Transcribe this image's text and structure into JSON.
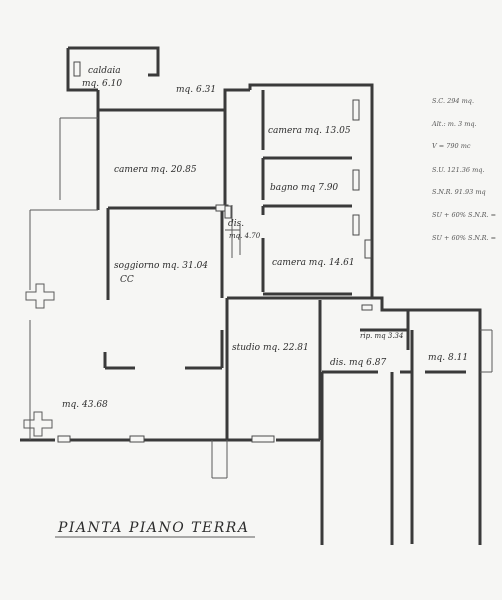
{
  "rooms": {
    "caldaia": "caldaia",
    "caldaia_area": "mq. 6.10",
    "corridor_area": "mq. 6.31",
    "camera1": "camera mq. 13.05",
    "camera2": "camera mq. 20.85",
    "bagno": "bagno mq 7.90",
    "dis1": "dis.",
    "dis1_area": "mq. 4.70",
    "camera3": "camera mq. 14.61",
    "soggiorno": "soggiorno mq. 31.04",
    "soggiorno_sub": "CC",
    "studio": "studio mq. 22.81",
    "rip": "rip. mq 3.34",
    "dis2": "dis. mq 6.87",
    "small_area": "mq. 8.11",
    "portico_area": "mq. 43.68"
  },
  "summary": [
    "S.C. 294 mq.",
    "Alt.: m. 3 mq.",
    "V = 790 mc",
    "S.U. 121.36 mq.",
    "S.N.R. 91.93 mq",
    "SU + 60% S.N.R. =",
    "SU + 60% S.N.R. ="
  ],
  "title": "PIANTA PIANO TERRA"
}
